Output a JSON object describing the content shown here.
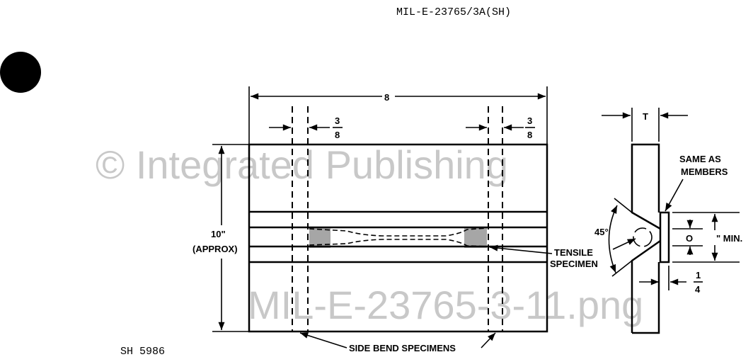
{
  "header": {
    "spec": "MIL-E-23765/3A(SH)"
  },
  "footer": {
    "code": "SH 5986"
  },
  "watermark": {
    "line1": "© Integrated Publishing",
    "line2": "MIL-E-23765-3-11.png"
  },
  "drawing": {
    "width_dim": "8",
    "offset_left_num": "3",
    "offset_left_den": "8",
    "offset_right_num": "3",
    "offset_right_den": "8",
    "height_dim": "10\"",
    "height_note": "(APPROX)",
    "tensile_label_1": "TENSILE",
    "tensile_label_2": "SPECIMEN",
    "side_bend_label": "SIDE BEND SPECIMENS",
    "thickness_label": "T",
    "backing_label_1": "SAME AS",
    "backing_label_2": "MEMBERS",
    "angle_label": "45°",
    "gap_label": "O",
    "min_label": "\" MIN.",
    "backing_thk_num": "1",
    "backing_thk_den": "4"
  }
}
